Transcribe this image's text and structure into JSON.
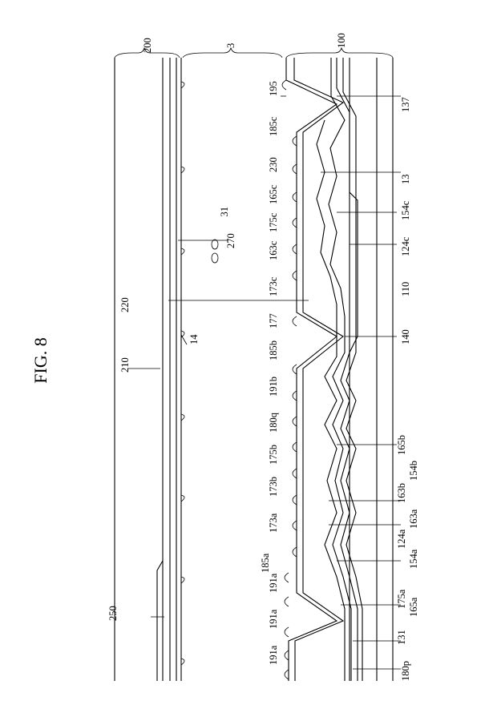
{
  "figure_title": "FIG. 8",
  "labels": {
    "l200": "200",
    "l3": "3",
    "l100": "100",
    "l270": "270",
    "l31": "31",
    "l220": "220",
    "l14": "14",
    "l210": "210",
    "l250": "250",
    "l195": "195",
    "l185c": "185c",
    "l230": "230",
    "l165c": "165c",
    "l175c": "175c",
    "l163c": "163c",
    "l173c": "173c",
    "l177": "177",
    "l185b": "185b",
    "l191b": "191b",
    "l180q": "180q",
    "l175b": "175b",
    "l173b": "173b",
    "l173a": "173a",
    "l185a": "185a",
    "l191a1": "191a",
    "l191a2": "191a",
    "l191a3": "191a",
    "l137": "137",
    "l13": "13",
    "l154c": "154c",
    "l124c": "124c",
    "l110": "110",
    "l140": "140",
    "l165b": "165b",
    "l154b": "154b",
    "l163b": "163b",
    "l163a": "163a",
    "l124a": "124a",
    "l154a": "154a",
    "l175a": "175a",
    "l165a": "165a",
    "l131": "131",
    "l180p": "180p"
  }
}
